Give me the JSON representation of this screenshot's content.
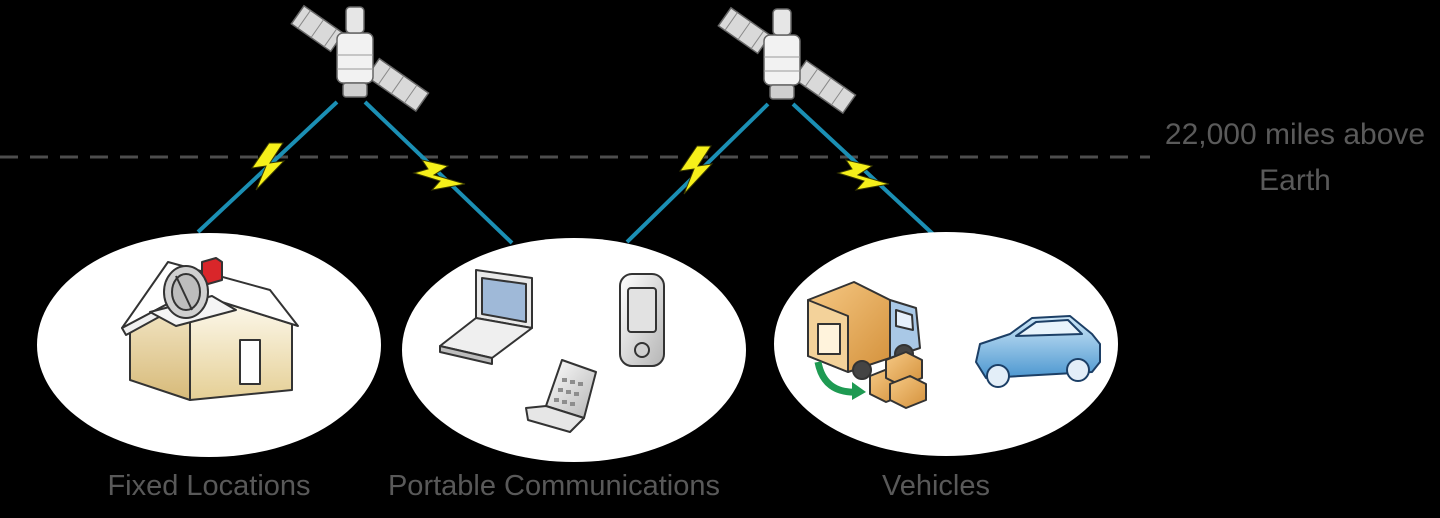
{
  "altitude_label": {
    "line1": "22,000 miles above",
    "line2": "Earth"
  },
  "categories": [
    {
      "label": "Fixed Locations"
    },
    {
      "label": "Portable Communications"
    },
    {
      "label": "Vehicles"
    }
  ],
  "colors": {
    "background": "#000000",
    "beam": "#1b8fb4",
    "lightning": "#f6f01a",
    "ellipse": "#ffffff",
    "label_text": "#595959",
    "dashed_line": "#4d4d4d"
  },
  "icons": [
    "satellite-icon",
    "house-with-dish-icon",
    "laptop-icon",
    "pda-icon",
    "cell-phone-icon",
    "delivery-truck-icon",
    "car-icon",
    "lightning-bolt-icon"
  ]
}
